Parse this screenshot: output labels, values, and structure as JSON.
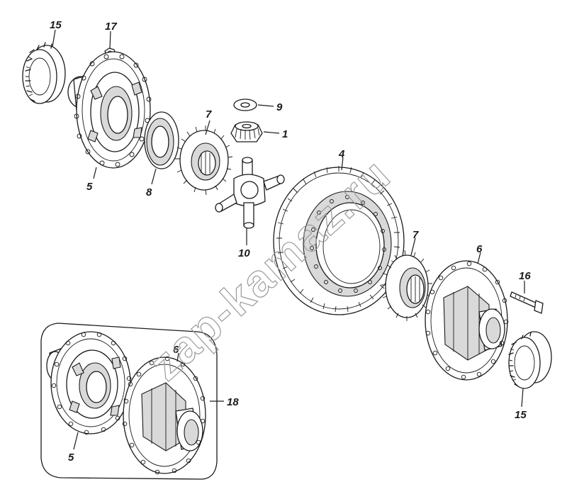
{
  "watermark": "zap-kamaz.ru",
  "callouts": {
    "c1": "1",
    "c4": "4",
    "c5_top": "5",
    "c5_bottom": "5",
    "c6_right": "6",
    "c6_bottom": "6",
    "c7_top": "7",
    "c7_mid": "7",
    "c8": "8",
    "c9": "9",
    "c10": "10",
    "c15_top": "15",
    "c15_bottom": "15",
    "c16": "16",
    "c17": "17",
    "c18": "18"
  }
}
